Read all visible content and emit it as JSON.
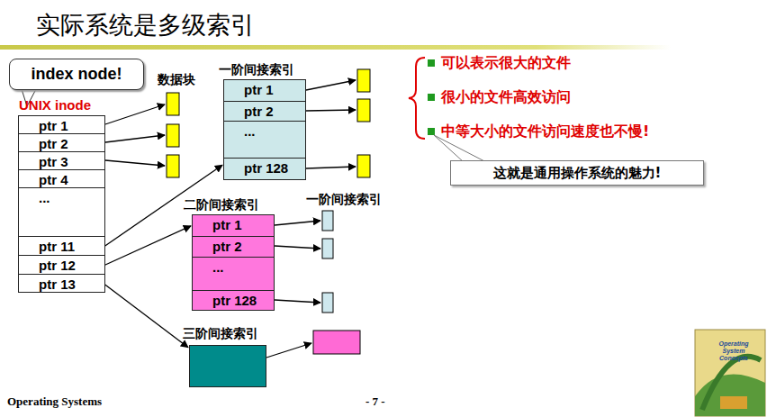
{
  "diagram": {
    "title": "实际系统是多级索引",
    "nodes": [
      {
        "text": [
          "index node!"
        ]
      },
      {
        "text": [
          "UNIX inode"
        ]
      },
      {
        "text": [
          "ptr 1"
        ],
        "in": 1
      },
      {
        "text": [
          "ptr 2"
        ],
        "in": 1
      },
      {
        "text": [
          "ptr 3"
        ],
        "in": 1
      },
      {
        "text": [
          "ptr 4"
        ],
        "in": 1
      },
      {
        "text": [
          "..."
        ],
        "in": 1
      },
      {
        "text": [
          "ptr 11"
        ],
        "in": 1
      },
      {
        "text": [
          "ptr 12"
        ],
        "in": 1
      },
      {
        "text": [
          "ptr 13"
        ],
        "in": 1
      },
      {
        "text": [
          "一阶间接索引"
        ]
      },
      {
        "text": [
          "ptr 1"
        ],
        "in": 10
      },
      {
        "text": [
          "ptr 2"
        ],
        "in": 10
      },
      {
        "text": [
          "..."
        ],
        "in": 10
      },
      {
        "text": [
          "ptr 128"
        ],
        "in": 10
      },
      {
        "text": [
          "二阶间接索引"
        ]
      },
      {
        "text": [
          "ptr 1"
        ],
        "in": 15
      },
      {
        "text": [
          "ptr 2"
        ],
        "in": 15
      },
      {
        "text": [
          "..."
        ],
        "in": 15
      },
      {
        "text": [
          "ptr 128"
        ],
        "in": 15
      },
      {
        "text": [
          "三阶间接索引"
        ]
      },
      {
        "text": [
          "这就是通用操作系统的魅力!"
        ]
      }
    ],
    "edges": [
      {
        "from": 7,
        "to": 10,
        "arrow": "to"
      },
      {
        "from": 8,
        "to": 15,
        "arrow": "to"
      },
      {
        "from": 9,
        "to": 20,
        "arrow": "to"
      }
    ],
    "labels": [
      "数据块",
      "一阶间接索引",
      "可以表示很大的文件",
      "很小的文件高效访问",
      "中等大小的文件访问速度也不慢!",
      "Operating Systems",
      "- 7 -",
      "Operating System Concepts"
    ]
  }
}
